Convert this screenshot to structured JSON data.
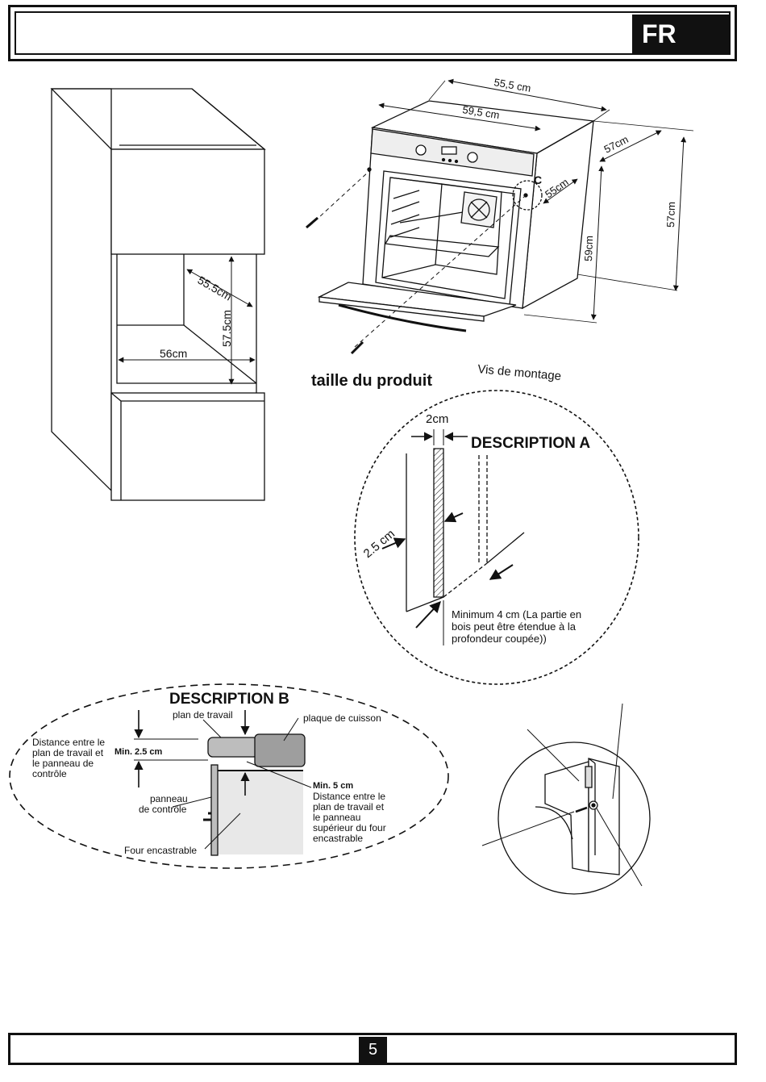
{
  "header": {
    "lang": "FR"
  },
  "footer": {
    "page": "5"
  },
  "cabinet": {
    "depth": "55.5cm",
    "height": "57.5cm",
    "width": "56cm"
  },
  "product": {
    "dim_top": "55,5 cm",
    "dim_front": "59,5 cm",
    "dim_side_depth": "57cm",
    "dim_side_height": "57cm",
    "dim_depth": "55cm",
    "dim_height": "59cm",
    "marker": "C",
    "title": "taille du produit",
    "screws": "Vis de montage"
  },
  "desc_a": {
    "title": "DESCRIPTION A",
    "gap": "2cm",
    "thickness": "2.5 cm",
    "note_line1": "Minimum 4 cm (La partie en",
    "note_line2": "bois peut être étendue à la",
    "note_line3": "profondeur coupée))"
  },
  "desc_b": {
    "title": "DESCRIPTION B",
    "worktop": "plan de travail",
    "hob": "plaque de cuisson",
    "dist_l1": "Distance entre le",
    "dist_l2": "plan de travail et",
    "dist_l3": "le panneau de",
    "dist_l4": "contrôle",
    "min25": "Min. 2.5 cm",
    "panel_l1": "panneau",
    "panel_l2": "de contrôle",
    "oven": "Four encastrable",
    "min5": "Min. 5 cm",
    "r_l1": "Distance entre le",
    "r_l2": "plan de travail et",
    "r_l3": "le panneau",
    "r_l4": "supérieur du four",
    "r_l5": "encastrable"
  }
}
